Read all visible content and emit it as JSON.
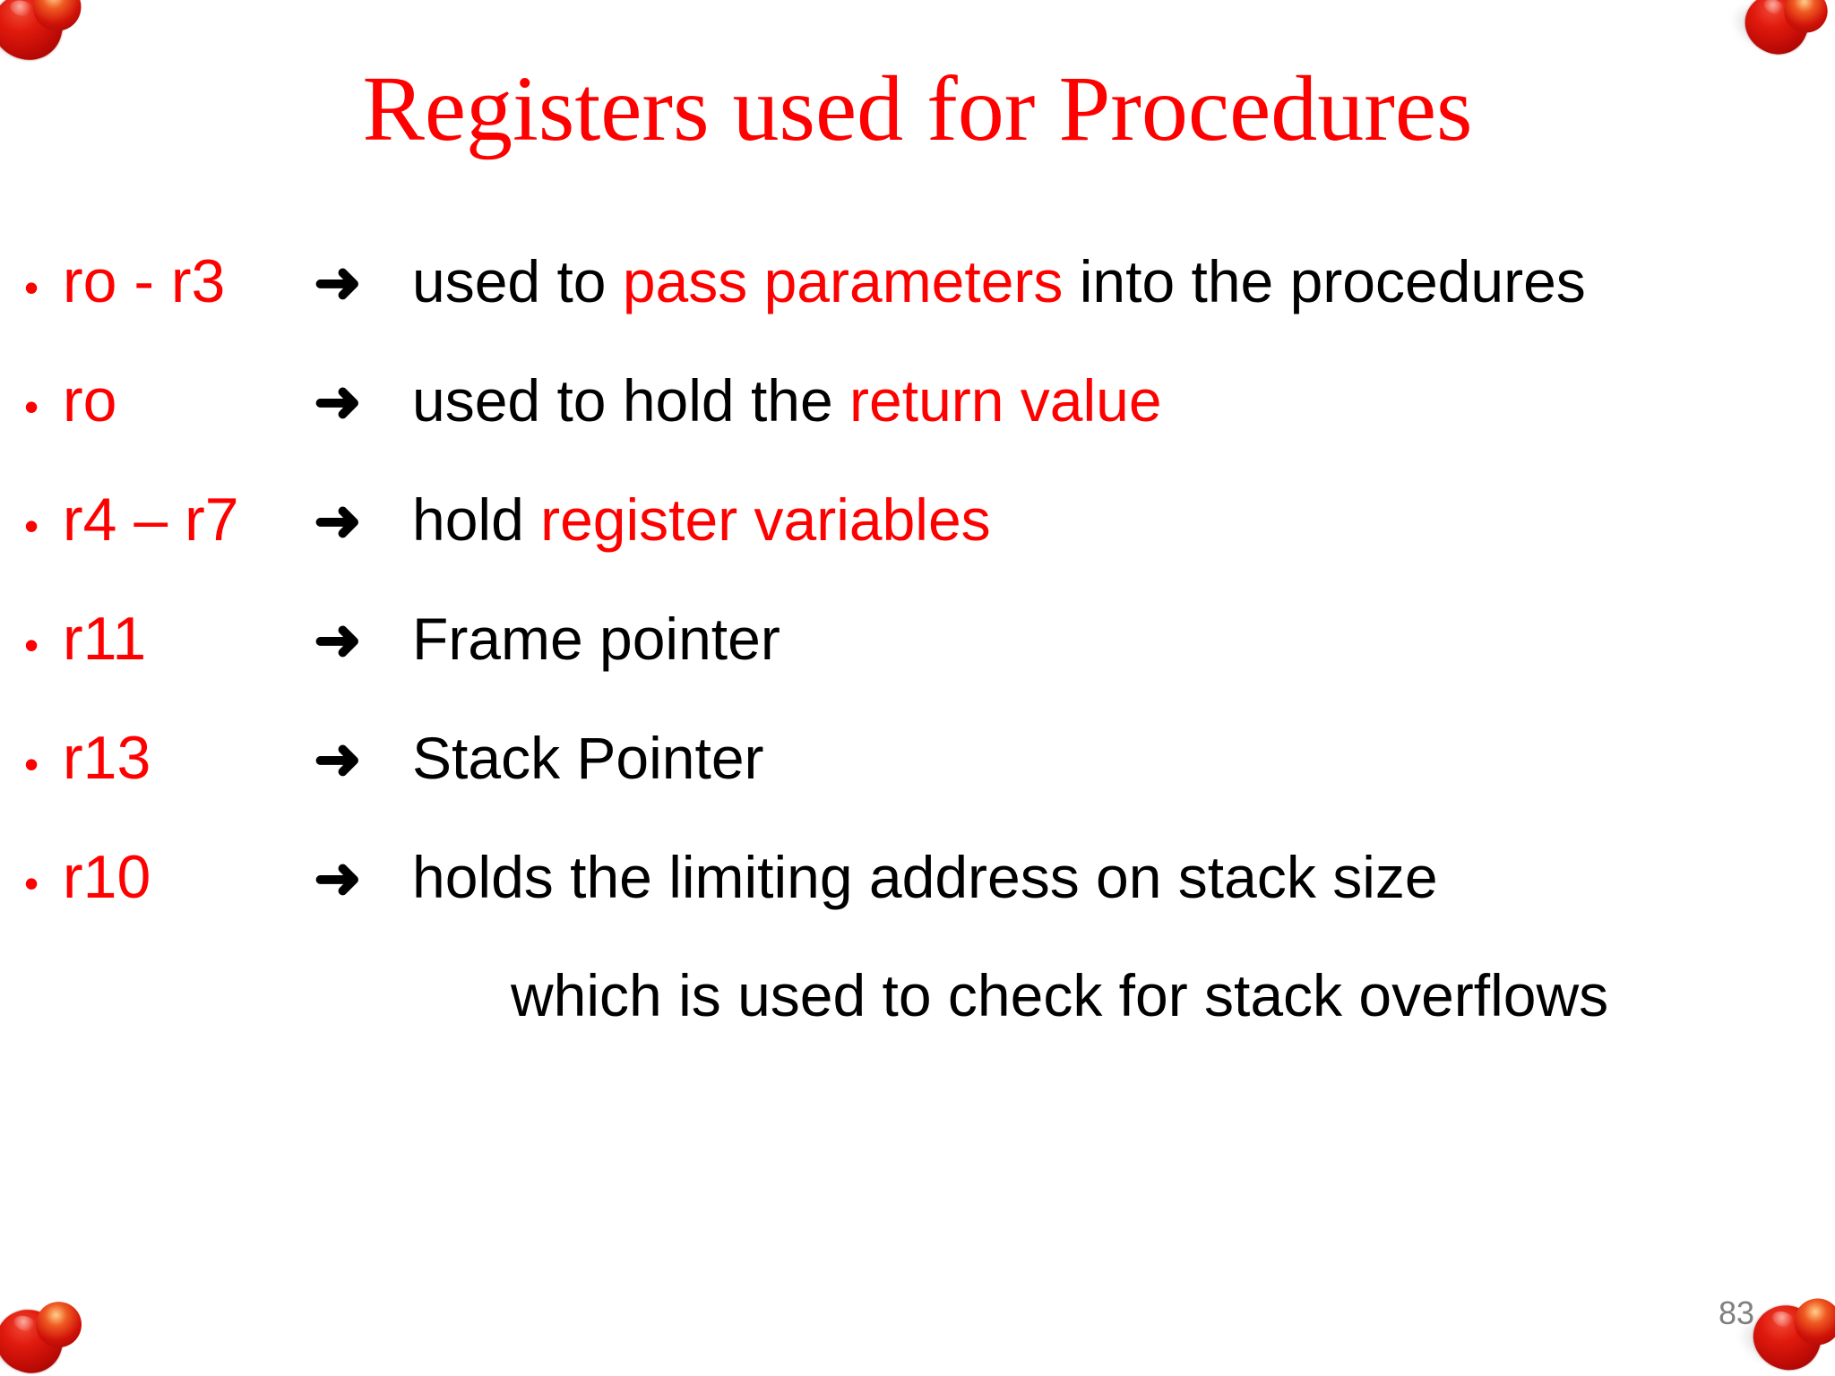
{
  "slide": {
    "title": "Registers used for Procedures",
    "title_color": "#FF0000",
    "background_color": "#FFFFFF",
    "accent_color": "#FF0000",
    "text_color": "#000000",
    "bullet_glyph": "•",
    "arrow_glyph": "➜",
    "page_number": "83",
    "page_number_color": "#808080"
  },
  "rows": [
    {
      "bullet": "•",
      "register": "ro - r3",
      "arrow": "➜",
      "desc_pre": "used to ",
      "desc_highlight": "pass parameters",
      "desc_post": " into the procedures"
    },
    {
      "bullet": "•",
      "register": "ro",
      "arrow": "➜",
      "desc_pre": "used to hold the ",
      "desc_highlight": "return value",
      "desc_post": ""
    },
    {
      "bullet": "•",
      "register": "r4 – r7",
      "arrow": "➜",
      "desc_pre": "hold ",
      "desc_highlight": "register variables",
      "desc_post": ""
    },
    {
      "bullet": "•",
      "register": "r11",
      "arrow": "➜",
      "desc_pre": "Frame pointer",
      "desc_highlight": "",
      "desc_post": ""
    },
    {
      "bullet": "•",
      "register": "r13",
      "arrow": "➜",
      "desc_pre": "Stack Pointer",
      "desc_highlight": "",
      "desc_post": ""
    },
    {
      "bullet": "•",
      "register": "r10",
      "arrow": "➜",
      "desc_pre": "holds the limiting address on stack size",
      "desc_highlight": "",
      "desc_post": ""
    }
  ],
  "continuation": {
    "text": "which is used to check for stack overflows"
  }
}
